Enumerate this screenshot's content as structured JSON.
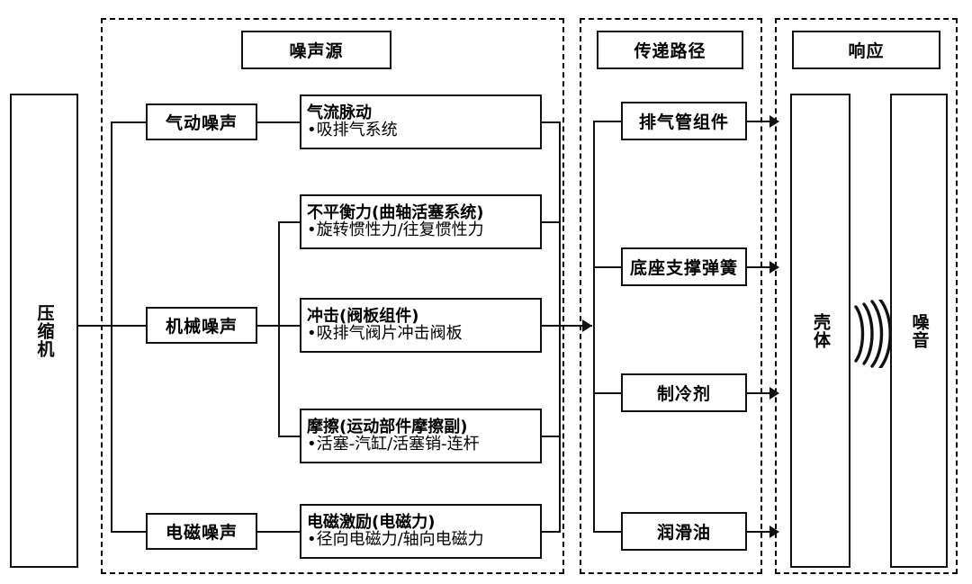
{
  "diagram": {
    "title_sections": [
      {
        "key": "noise_source",
        "label": "噪声源"
      },
      {
        "key": "transfer_path",
        "label": "传递路径"
      },
      {
        "key": "response",
        "label": "响应"
      }
    ],
    "root": {
      "label": "压缩机"
    },
    "sources": [
      {
        "key": "aero",
        "label": "气动噪声"
      },
      {
        "key": "mech",
        "label": "机械噪声"
      },
      {
        "key": "emag",
        "label": "电磁噪声"
      }
    ],
    "details": [
      {
        "key": "airflow",
        "title": "气流脉动",
        "bullet": "•吸排气系统"
      },
      {
        "key": "unbalance",
        "title": "不平衡力(曲轴活塞系统)",
        "bullet": "•旋转惯性力/往复惯性力"
      },
      {
        "key": "impact",
        "title": "冲击(阀板组件)",
        "bullet": "•吸排气阀片冲击阀板"
      },
      {
        "key": "friction",
        "title": "摩擦(运动部件摩擦副)",
        "bullet": "•活塞-汽缸/活塞销-连杆"
      },
      {
        "key": "emagexc",
        "title": "电磁激励(电磁力)",
        "bullet": "•径向电磁力/轴向电磁力"
      }
    ],
    "paths": [
      {
        "key": "discharge_pipe",
        "label": "排气管组件"
      },
      {
        "key": "base_spring",
        "label": "底座支撑弹簧"
      },
      {
        "key": "refrigerant",
        "label": "制冷剂"
      },
      {
        "key": "lubricant",
        "label": "润滑油"
      }
    ],
    "responses": [
      {
        "key": "shell",
        "label": "壳体"
      },
      {
        "key": "noise",
        "label": "噪音"
      }
    ],
    "icons": {
      "sound_wave": "sound-wave-icon"
    },
    "colors": {
      "stroke": "#111111",
      "background": "#ffffff"
    }
  }
}
